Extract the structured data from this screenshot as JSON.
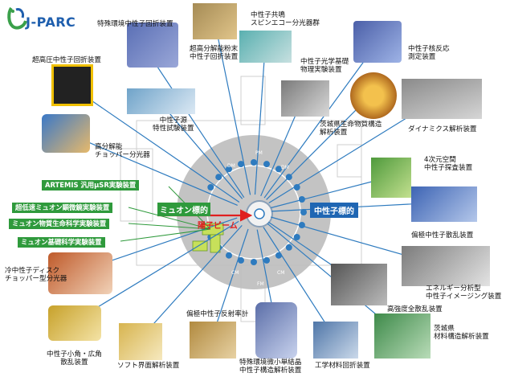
{
  "logo": {
    "text": "J-PARC"
  },
  "center": {
    "muon_target": "ミュオン標的",
    "neutron_target": "中性子標的",
    "proton_beam": "陽子ビーム"
  },
  "beamline_tags": [
    "PM",
    "DM",
    "DM",
    "CM",
    "CM",
    "FM"
  ],
  "instruments": {
    "special_env_powder": "特殊環境中性子回折装置",
    "spin_echo": "中性子共鳴\nスピンエコー分光器群",
    "ultra_high_pressure": "超高圧中性子回折装置",
    "high_res_powder": "超高分解能粉末\n中性子回折装置",
    "nuclear_reaction": "中性子核反応\n測定装置",
    "optics_lab": "中性子光学基礎\n物理実験装置",
    "source_test": "中性子源\n特性試験装置",
    "ibaraki_bio": "茨城県生命物質構造\n解析装置",
    "dynamics": "ダイナミクス解析装置",
    "high_res_chopper": "高分解能\nチョッパー分光器",
    "4d_space": "4次元空間\n中性子探査装置",
    "artemis": "ARTEMIS 汎用µSR実験装置",
    "ultra_slow_muon": "超低速ミュオン顕微鏡実験装置",
    "muon_materials": "ミュオン物質生命科学実験装置",
    "muon_basic": "ミュオン基礎科学実験装置",
    "polarized_scattering": "偏極中性子散乱装置",
    "cold_disk_chopper": "冷中性子ディスク\nチョッパー型分光器",
    "energy_resolved_imaging": "エネルギー分析型\n中性子イメージング装置",
    "high_intensity_total": "高強度全散乱装置",
    "polarized_reflectometer": "偏極中性子反射率計",
    "sans_wans": "中性子小角・広角\n散乱装置",
    "soft_interface": "ソフト界面解析装置",
    "special_env_single": "特殊環境微小単結晶\n中性子構造解析装置",
    "engineering_diffract": "工学材料回折装置",
    "ibaraki_materials": "茨城県\n材料構造解析装置"
  },
  "colors": {
    "green_label": "#2f9a3c",
    "arrow_blue": "#2e7bbf",
    "neutron_blue": "#1f66b3",
    "proton_red": "#e02020",
    "hall_grey": "#bdbdbd",
    "logo_green": "#3aa04a",
    "logo_blue": "#1f5fae"
  }
}
